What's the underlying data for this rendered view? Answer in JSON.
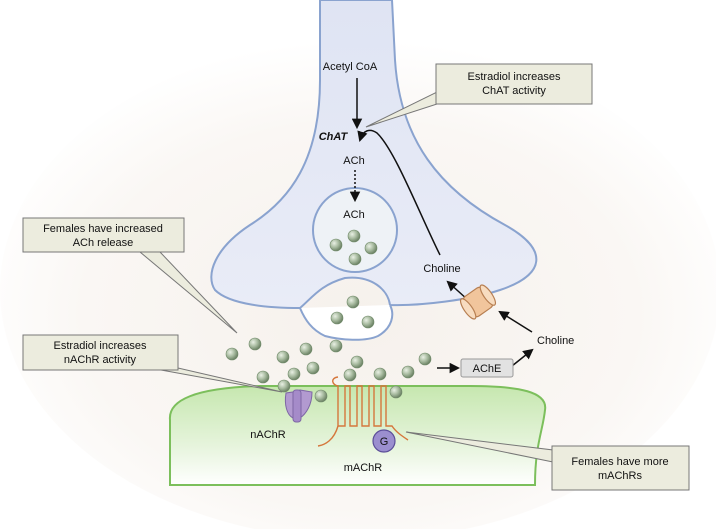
{
  "labels": {
    "acetyl_coa": "Acetyl CoA",
    "chat": "ChAT",
    "ach_upper": "ACh",
    "ach_vesicle": "ACh",
    "choline_presynaptic": "Choline",
    "choline_cleft": "Choline",
    "ache": "AChE",
    "nachr": "nAChR",
    "machr": "mAChR",
    "g_protein": "G"
  },
  "callouts": {
    "estradiol_chat": [
      "Estradiol increases",
      "ChAT activity"
    ],
    "females_ach_release": [
      "Females have increased",
      "ACh release"
    ],
    "estradiol_nachr": [
      "Estradiol increases",
      "nAChR activity"
    ],
    "females_machr": [
      "Females have more",
      "mAChRs"
    ]
  },
  "colors": {
    "presynaptic_fill": "#e3e7f4",
    "presynaptic_stroke": "#8aa3cf",
    "postsynaptic_fill": "#d6efc4",
    "postsynaptic_stroke": "#7cbf5c",
    "callout_fill": "#ececde",
    "ach_molecule": "#9fb396",
    "nachr": "#b29ad0",
    "machr": "#e59e6d",
    "transporter": "#f1c59c"
  }
}
